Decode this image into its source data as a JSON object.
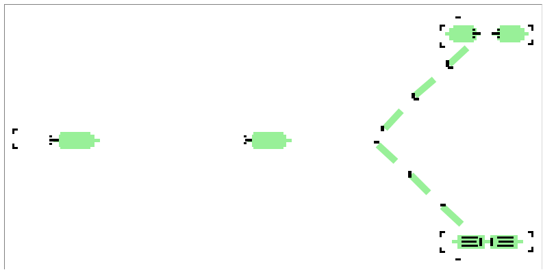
{
  "board": {
    "background": "#ffffff",
    "frame_color": "#808080"
  },
  "sprites": {
    "body_color": "#98f098",
    "outline_color": "#000000"
  },
  "scene": {
    "units": [
      {
        "kind": "unit",
        "facing": "left"
      },
      {
        "kind": "unit",
        "facing": "left"
      },
      {
        "kind": "unit",
        "facing": "right"
      },
      {
        "kind": "unit",
        "facing": "left"
      },
      {
        "kind": "unit",
        "facing": "right"
      },
      {
        "kind": "unit",
        "facing": "left"
      }
    ],
    "path_segments": 6,
    "selection_brackets": 3
  }
}
